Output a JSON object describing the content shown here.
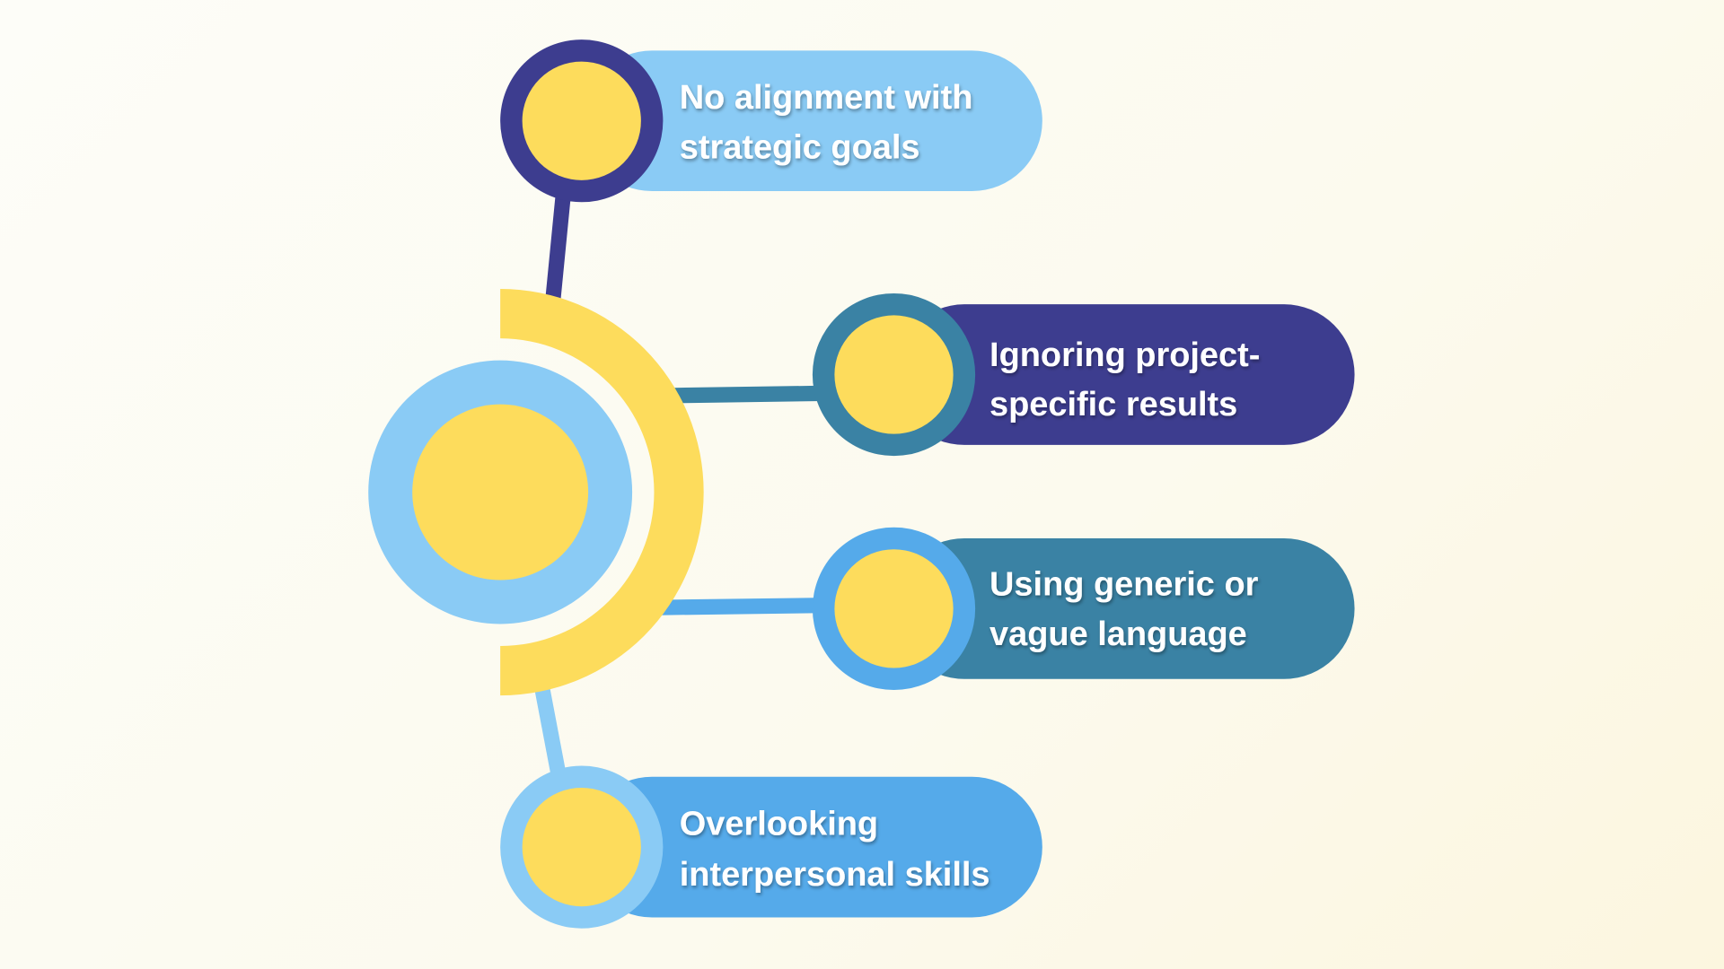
{
  "items": [
    {
      "line1": "No alignment with",
      "line2": "strategic goals",
      "pill_color": "#8acbf5",
      "ring_color": "#3d3d8f"
    },
    {
      "line1": "Ignoring project-",
      "line2": "specific results",
      "pill_color": "#3d3d8f",
      "ring_color": "#3a82a4"
    },
    {
      "line1": "Using generic or",
      "line2": "vague language",
      "pill_color": "#3a82a4",
      "ring_color": "#55aaea"
    },
    {
      "line1": "Overlooking",
      "line2": "interpersonal skills",
      "pill_color": "#55aaea",
      "ring_color": "#8acbf5"
    }
  ],
  "colors": {
    "yellow": "#fddc5c",
    "hub_ring": "#8acbf5"
  }
}
